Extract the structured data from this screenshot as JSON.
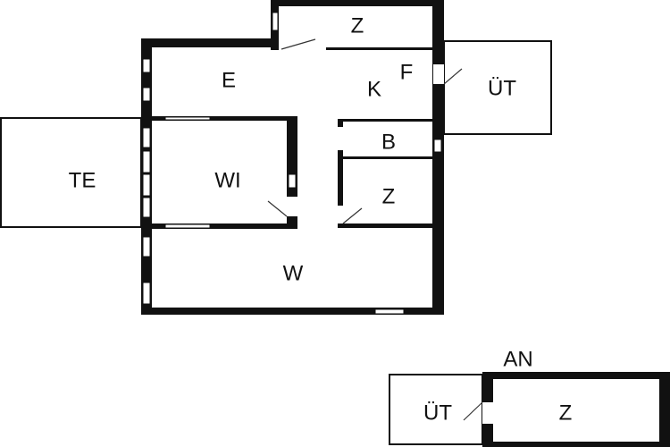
{
  "floorplan": {
    "rooms": {
      "z_top": "Z",
      "e": "E",
      "k": "K",
      "f": "F",
      "ut_right": "ÜT",
      "b": "B",
      "wi": "WI",
      "z_mid": "Z",
      "te": "TE",
      "w": "W"
    },
    "annex": {
      "title": "AN",
      "ut": "ÜT",
      "z": "Z"
    }
  }
}
